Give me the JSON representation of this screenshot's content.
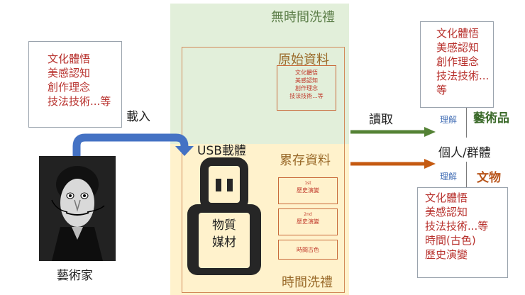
{
  "zones": {
    "timeless_baptism": "無時間洗禮",
    "time_baptism": "時間洗禮",
    "raw_data": "原始資料",
    "accumulated_data": "累存資料"
  },
  "raw_small_box": [
    "文化體悟",
    "美感認知",
    "創作理念",
    "技法技術...等"
  ],
  "accumulated_boxes": [
    {
      "sup": "1st",
      "text": "歷史演變"
    },
    {
      "sup": "2nd",
      "text": "歷史演變"
    },
    {
      "sup": "",
      "text": "時間古色"
    }
  ],
  "artist_card": [
    "文化體悟",
    "美感認知",
    "創作理念",
    "技法技術...等"
  ],
  "artwork_card": [
    "文化體悟",
    "美感認知",
    "創作理念",
    "技法技術...",
    "等"
  ],
  "artifact_card": [
    "文化體悟",
    "美感認知",
    "技法技術...等",
    "時間(古色)",
    "歷史演變"
  ],
  "labels": {
    "load": "載入",
    "usb": "USB載體",
    "media_line1": "物質",
    "media_line2": "媒材",
    "artist": "藝術家",
    "read": "讀取",
    "understand_top": "理解",
    "understand_bottom": "理解",
    "artwork": "藝術品",
    "artifact": "文物",
    "audience": "個人/群體"
  },
  "colors": {
    "arrow_blue": "#4472c4",
    "arrow_green": "#548235",
    "arrow_orange": "#c55a11",
    "text_red": "#b8322e"
  }
}
